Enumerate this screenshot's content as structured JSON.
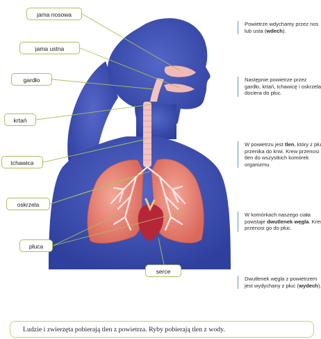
{
  "labels": {
    "jama_nosowa": "jama nosowa",
    "jama_ustna": "jama ustna",
    "gardlo": "gardło",
    "krtan": "krtań",
    "tchawica": "tchawica",
    "oskrzela": "oskrzela",
    "pluca": "płuca",
    "serce": "serce"
  },
  "notes": {
    "n1": {
      "pre": "Powietrze wdychamy przez nos lub usta (",
      "bold": "wdech",
      "post": ")."
    },
    "n2": {
      "pre": "Następnie powietrze przez gardło, krtań, tchawicę i oskrzela dociera do płuc.",
      "bold": "",
      "post": ""
    },
    "n3": {
      "pre": "W powietrzu jest ",
      "bold": "tlen",
      "post": ", który z płuc przenika do krwi. Krew przenosi tlen do wszystkich komórek organizmu."
    },
    "n4": {
      "pre": "W komórkach naszego ciała powstaje ",
      "bold": "dwutlenek węgla",
      "post": ". Krew przenosi go do płuc."
    },
    "n5": {
      "pre": "Dwutlenek węgla z powietrzem jest wydychany z płuc (",
      "bold": "wydech",
      "post": ")."
    }
  },
  "footer": "Ludzie i zwierzęta pobierają tlen z powietrza. Ryby pobierają tlen z wody.",
  "colors": {
    "silhouette": "#3b4fb2",
    "lung": "#ef8f7f",
    "trachea": "#f4c3c0",
    "heart": "#b52639",
    "leader": "#a9c157",
    "label_border": "#a9c157",
    "note_rule": "#5d97c9"
  }
}
